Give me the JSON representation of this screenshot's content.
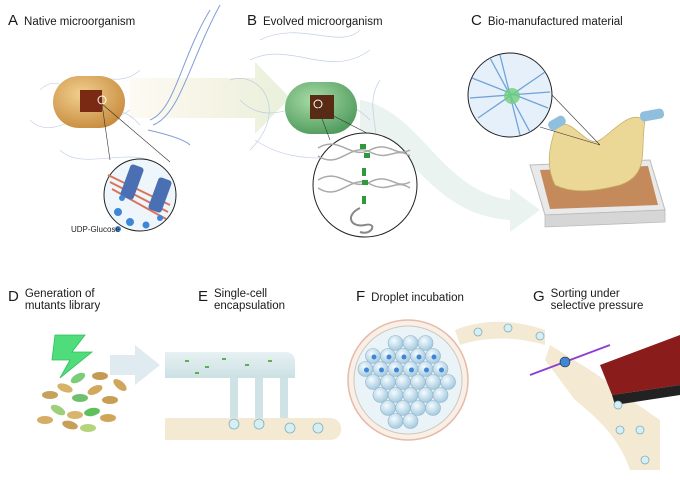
{
  "panels": {
    "A": {
      "letter": "A",
      "title": "Native microorganism",
      "annotation": "UDP-Glucose"
    },
    "B": {
      "letter": "B",
      "title": "Evolved microorganism"
    },
    "C": {
      "letter": "C",
      "title": "Bio-manufactured material"
    },
    "D": {
      "letter": "D",
      "title_line1": "Generation of",
      "title_line2": "mutants library"
    },
    "E": {
      "letter": "E",
      "title_line1": "Single-cell",
      "title_line2": "encapsulation"
    },
    "F": {
      "letter": "F",
      "title": "Droplet incubation"
    },
    "G": {
      "letter": "G",
      "title_line1": "Sorting under",
      "title_line2": "selective pressure"
    }
  },
  "colors": {
    "native_cell": "#d9a55a",
    "evolved_cell": "#6fb37a",
    "material": "#e9d79a",
    "transporter": "#4a6fb3",
    "glucose_dot": "#3f86d9",
    "fiber": "#9db6d8",
    "arrow_fill": "#eef3df",
    "dna_green": "#2f9a3a",
    "droplet": "#bcd9e8"
  }
}
